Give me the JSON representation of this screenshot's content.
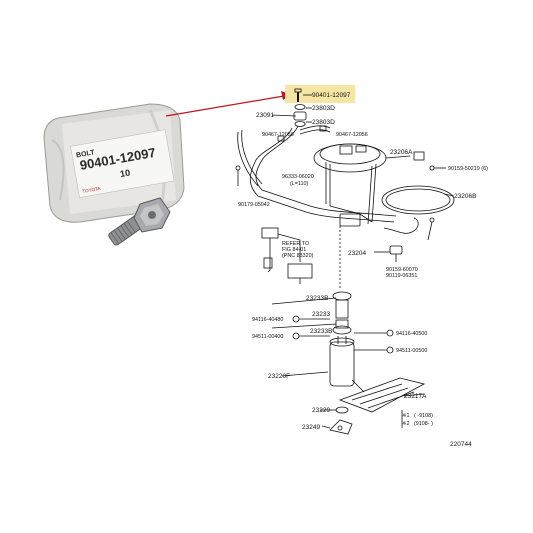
{
  "photo": {
    "bag_label": "BOLT",
    "bag_part_number": "90401-12097",
    "bag_qty": "10",
    "bag_brand": "TOYOTA"
  },
  "diagram": {
    "highlight_part": "90401-12097",
    "labels": {
      "p23803D_a": "23803D",
      "p23803D_b": "23803D",
      "p23091": "23091",
      "p90467_12056_a": "90467-12056",
      "p90467_12056_b": "90467-12056",
      "p23206A": "23206A",
      "p96333": "96333-06020",
      "p96333_note": "(L=110)",
      "p90159": "90159-50219 (6)",
      "p23206B": "23206B",
      "p90179": "90179-05042",
      "refer1": "REFER TO",
      "refer2": "FIG 84-01",
      "refer3": "(PNC 83320)",
      "p23204": "23204",
      "p90159_b": "90159-60070",
      "p90119": "90119-06351",
      "p23233B": "23233B",
      "p94116_a": "94116-40480",
      "p23233": "23233",
      "p94511_a": "94511-00400",
      "p23233B_b": "23233B",
      "p94116_b": "94116-40500",
      "p94511_b": "94511-00500",
      "p23220F": "23220F",
      "p23217A": "23217A",
      "p23229": "23229",
      "p23249": "23249",
      "note_row1_mark": "※1",
      "note_row1_val": "(     -9108)",
      "note_row2_mark": "※2",
      "note_row2_val": "(9108-     )",
      "fig_number": "220744"
    }
  },
  "colors": {
    "highlight": "#f5e6a3",
    "arrow": "#c0141c"
  }
}
